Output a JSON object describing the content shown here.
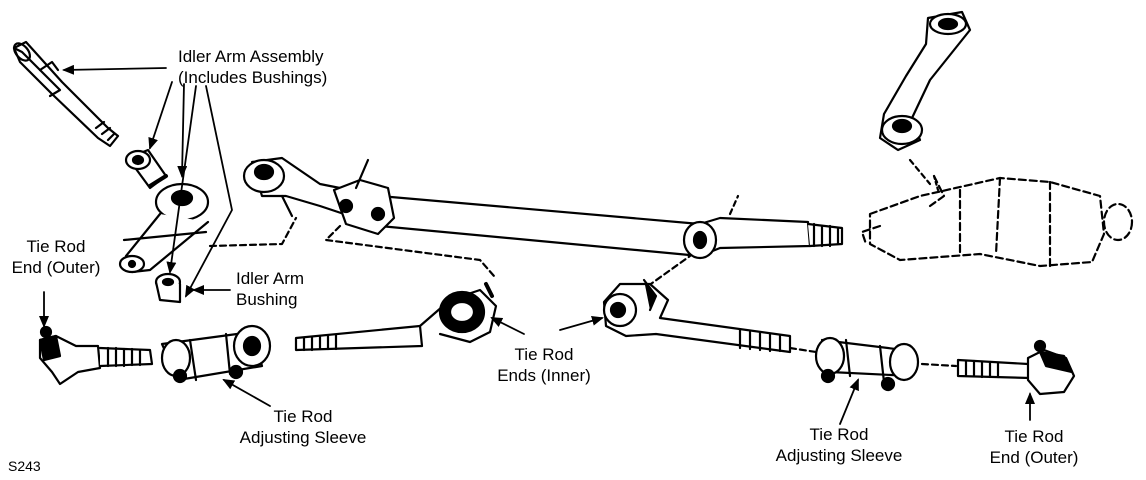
{
  "labels": {
    "idler_arm_assembly": {
      "line1": "Idler Arm Assembly",
      "line2": "(Includes Bushings)"
    },
    "idler_arm_bushing": {
      "line1": "Idler Arm",
      "line2": "Bushing"
    },
    "tie_rod_end_outer_left": {
      "line1": "Tie Rod",
      "line2": "End (Outer)"
    },
    "tie_rod_adjusting_sleeve_left": {
      "line1": "Tie Rod",
      "line2": "Adjusting Sleeve"
    },
    "tie_rod_ends_inner": {
      "line1": "Tie Rod",
      "line2": "Ends (Inner)"
    },
    "tie_rod_adjusting_sleeve_right": {
      "line1": "Tie Rod",
      "line2": "Adjusting Sleeve"
    },
    "tie_rod_end_outer_right": {
      "line1": "Tie Rod",
      "line2": "End (Outer)"
    }
  },
  "figure_code": "S243",
  "colors": {
    "ink": "#000000",
    "paper": "#ffffff"
  }
}
